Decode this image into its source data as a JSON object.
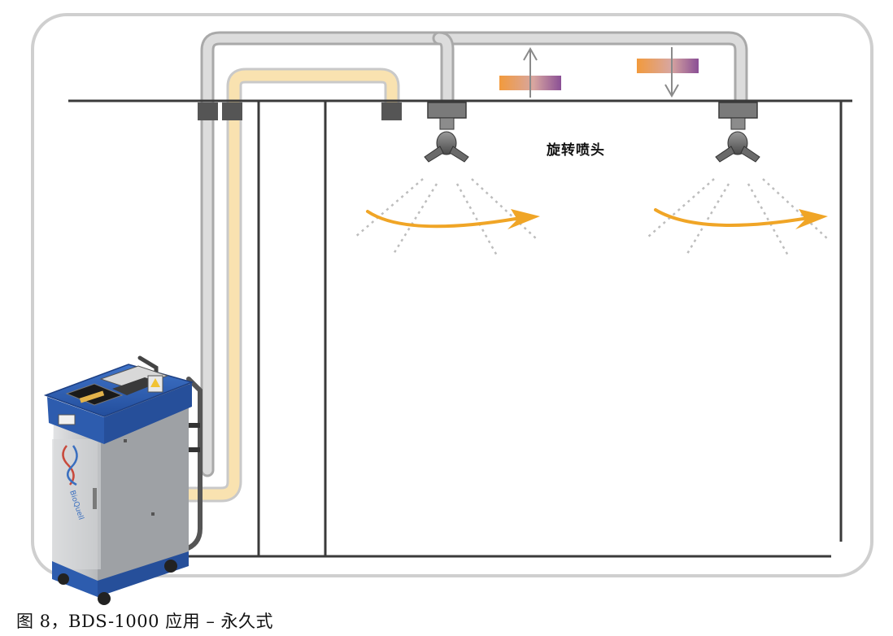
{
  "diagram": {
    "nozzle_label": "旋转喷头",
    "caption": "图 8，BDS-1000 应用 – 永久式",
    "brand_text": "BioQuell",
    "colors": {
      "frame": "#cfcfcf",
      "wall": "#3a3a3a",
      "grey_pipe": "#c8c8c8",
      "yellow_pipe": "#f9e2b0",
      "machine_blue": "#2f5fb3",
      "machine_body": "#cfd0d2",
      "arrow_orange": "#f0a526"
    },
    "icons": [
      "nozzle-icon",
      "flow-arrow-icon",
      "heat-gradient-icon"
    ]
  }
}
